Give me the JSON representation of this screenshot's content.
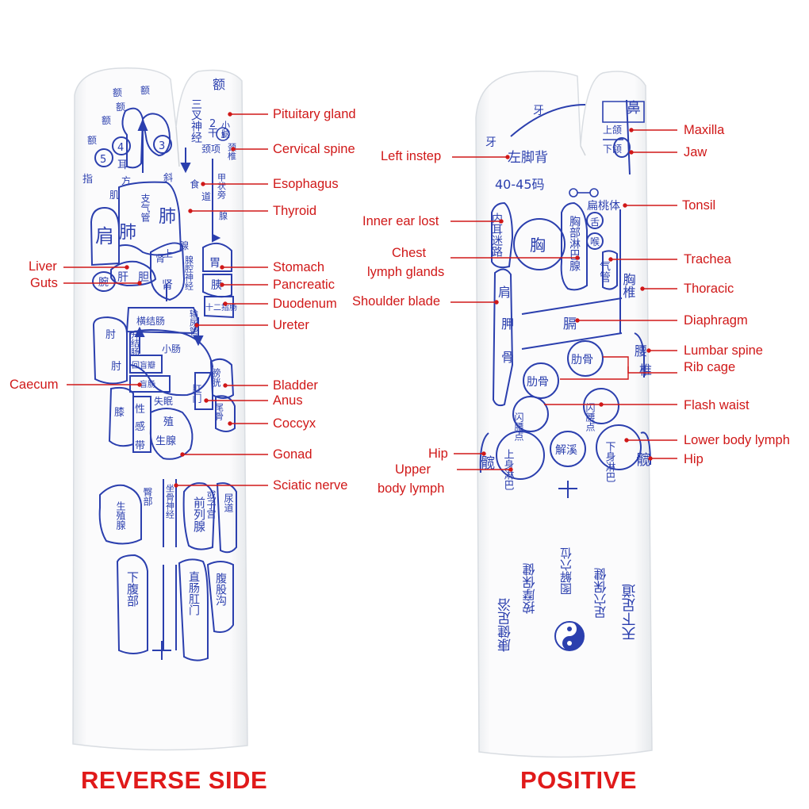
{
  "titles": {
    "reverse": "REVERSE SIDE",
    "positive": "POSITIVE"
  },
  "left_labels": {
    "pituitary": "Pituitary gland",
    "cervical": "Cervical spine",
    "esophagus": "Esophagus",
    "thyroid": "Thyroid",
    "liver": "Liver",
    "guts": "Guts",
    "stomach": "Stomach",
    "pancreatic": "Pancreatic",
    "duodenum": "Duodenum",
    "ureter": "Ureter",
    "caecum": "Caecum",
    "bladder": "Bladder",
    "anus": "Anus",
    "coccyx": "Coccyx",
    "gonad": "Gonad",
    "sciatic": "Sciatic nerve"
  },
  "right_labels": {
    "maxilla": "Maxilla",
    "jaw": "Jaw",
    "left_instep": "Left instep",
    "tonsil": "Tonsil",
    "inner_ear": "Inner ear lost",
    "chest_lymph_1": "Chest",
    "chest_lymph_2": "lymph glands",
    "trachea": "Trachea",
    "thoracic": "Thoracic",
    "shoulder_blade": "Shoulder blade",
    "diaphragm": "Diaphragm",
    "lumbar": "Lumbar spine",
    "rib_cage": "Rib cage",
    "flash_waist": "Flash waist",
    "lower_lymph": "Lower body lymph",
    "hip_right": "Hip",
    "hip_left": "Hip",
    "upper_lymph_1": "Upper",
    "upper_lymph_2": "body lymph"
  },
  "sock_reverse_text": {
    "e1": "额",
    "e2": "额",
    "e3": "额",
    "e4": "额",
    "e5": "额",
    "n5": "5",
    "n4": "4",
    "n3": "3",
    "ear": "耳",
    "fang": "方",
    "zhi": "指",
    "sanchashenjing": "三叉神经",
    "e_top": "额",
    "naoxiaoti": "小脑",
    "ganmeng": "干",
    "n2": "2",
    "n1": "1",
    "jingxiang": "颈项",
    "jingzhui": "颈椎",
    "ji": "肌",
    "zhiqiguan": "支气管",
    "fei": "肺",
    "xie": "斜",
    "shi": "食",
    "dao": "道",
    "jiazhuang": "甲状旁",
    "xian": "腺",
    "jian": "肩",
    "fei2": "肺",
    "shang": "上",
    "shen": "肾",
    "xianshang": "腺",
    "gan": "肝",
    "dan": "胆",
    "wei": "胃",
    "yi": "胰",
    "shi2zhi": "十二指肠",
    "wan": "腕",
    "shen2": "肾",
    "qiangshenjing": "腺腔神经",
    "zhou1": "肘",
    "hengjiechang": "横结肠",
    "shunuaiguan": "输尿管",
    "shengjiechang": "升结肠",
    "xiaochang": "小肠",
    "zhou2": "肘",
    "huimangban": "回盲瓣",
    "mangchang": "盲肠",
    "pang": "膀胱",
    "xi": "膝",
    "xing": "性",
    "shimian": "失眠",
    "gangmen": "肛门",
    "gan2": "感",
    "zhi2": "殖",
    "wei2gu": "尾骨",
    "dai": "带",
    "shengxian": "生腺",
    "tunbu": "臀部",
    "zuogushenjing": "坐骨神经",
    "shengzhixian": "生殖腺",
    "qianliexian": "前列腺",
    "huozigong": "或子宫",
    "niaodao": "尿道",
    "xiafubu": "下腹部",
    "zhichang": "直肠肛门",
    "fugugou": "腹股沟"
  },
  "sock_positive_text": {
    "ya1": "牙",
    "ya2": "牙",
    "zuojiaobei": "左脚背",
    "size": "40-45码",
    "bi": "鼻",
    "shange": "上颌",
    "xiae": "下颌",
    "biantaoti": "扁桃体",
    "neier": "内耳迷路",
    "xiong": "胸",
    "xiongbulinba": "胸部淋巴腺",
    "she": "舌",
    "hou": "喉",
    "qiguan": "气管",
    "xiongzhui": "胸椎",
    "jian": "肩",
    "jia": "胛",
    "gu": "骨",
    "ge": "膈",
    "yao": "腰",
    "zhui": "椎",
    "leigu1": "肋骨",
    "leigu2": "肋骨",
    "shanyao1": "闪腰点",
    "shanyao2": "闪腰点",
    "shangshen": "上身淋巴",
    "jiexi": "解溪",
    "xiashen": "下身淋巴",
    "kuan1": "髋",
    "kuan2": "髋",
    "plus": "+",
    "col1": "康健足浴",
    "col2": "按摩保健",
    "col3": "图解穴位",
    "col4": "足穴保健",
    "col5": "天下足道"
  }
}
